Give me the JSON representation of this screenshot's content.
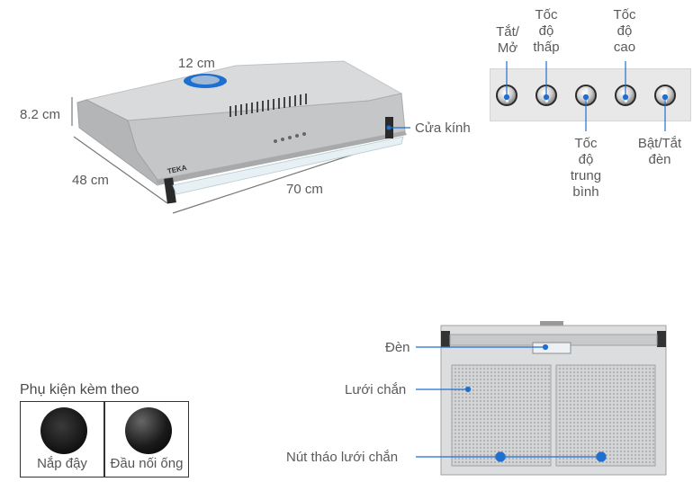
{
  "top_view": {
    "brand": "TEKA",
    "dimensions": {
      "depth": "12 cm",
      "height": "8.2 cm",
      "width_side": "48 cm",
      "length": "70 cm"
    },
    "glass_label": "Cửa kính"
  },
  "control_panel": {
    "knobs": [
      {
        "label_lines": [
          "Tắt/",
          "Mở"
        ]
      },
      {
        "label_lines": [
          "Tốc",
          "độ",
          "thấp"
        ]
      },
      {
        "label_lines": [
          "Tốc",
          "độ",
          "trung",
          "bình"
        ]
      },
      {
        "label_lines": [
          "Tốc",
          "độ",
          "cao"
        ]
      },
      {
        "label_lines": [
          "Bật/Tắt",
          "đèn"
        ]
      }
    ]
  },
  "bottom_view": {
    "light_label": "Đèn",
    "filter_label": "Lưới chắn",
    "release_label": "Nút tháo lưới chắn"
  },
  "accessories": {
    "title": "Phụ kiện kèm theo",
    "items": [
      {
        "name": "Nắp đậy"
      },
      {
        "name": "Đầu nối ống"
      }
    ]
  },
  "colors": {
    "accent": "#1e6fd0",
    "steel": "#c9cbcd",
    "text": "#5a5a5a"
  }
}
